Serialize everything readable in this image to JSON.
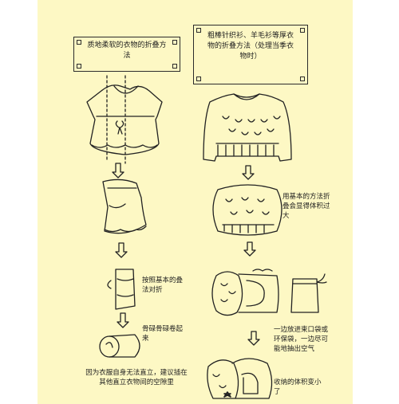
{
  "colors": {
    "paper": "#fdf8c4",
    "ink": "#1e1e1e",
    "margin": "#ffffff"
  },
  "left_column": {
    "title": "质地柔软的衣物的折叠方法",
    "steps": [
      {
        "caption": ""
      },
      {
        "caption": ""
      },
      {
        "caption": "按照基本的叠法对折"
      },
      {
        "caption": "骨碌骨碌卷起来"
      }
    ],
    "footer": "因为衣服自身无法直立，建议插在其他直立衣物间的空隙里"
  },
  "right_column": {
    "title": "粗棒针织衫、羊毛衫等厚衣物的折叠方法（处理当季衣物时）",
    "steps": [
      {
        "caption": ""
      },
      {
        "caption": "用基本的方法折叠会显得体积过大"
      },
      {
        "caption": "一边放进束口袋或环保袋，一边尽可能地抽出空气"
      },
      {
        "caption": "收纳的体积变小了"
      }
    ]
  }
}
